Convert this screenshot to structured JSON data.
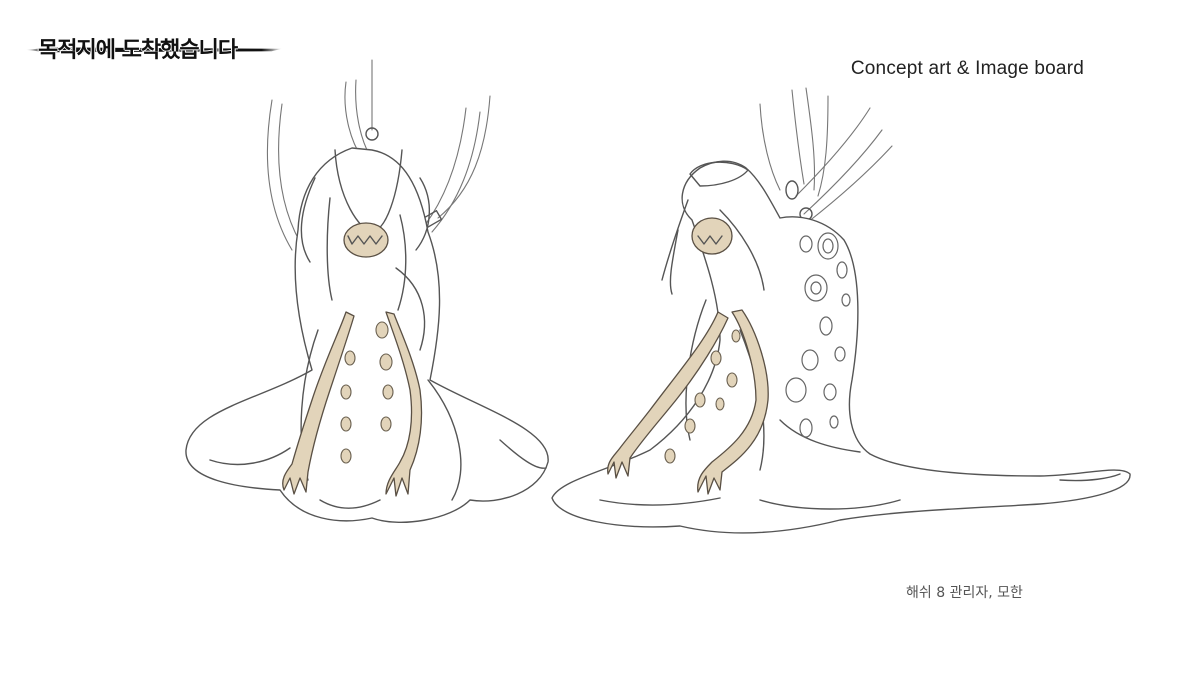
{
  "header": {
    "logo_text": "목적지에 도착했습니다",
    "board_title": "Concept art & Image board"
  },
  "caption": "해쉬 8 관리자, 모한",
  "illustrations": [
    {
      "view": "front",
      "icon": "creature-front-sketch"
    },
    {
      "view": "side",
      "icon": "creature-side-sketch"
    }
  ],
  "colors": {
    "background": "#ffffff",
    "line": "#555555",
    "skin_tan": "#e2d4ba",
    "text": "#222222"
  }
}
